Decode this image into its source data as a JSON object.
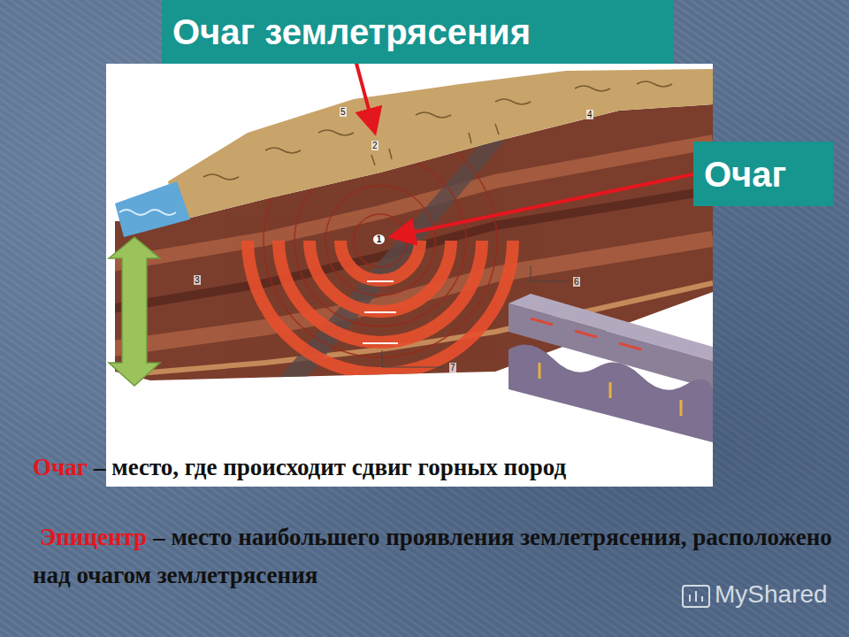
{
  "diagram": {
    "nodes": [
      {
        "text": [
          "Очаг землетрясения"
        ]
      },
      {
        "text": [
          "Очаг"
        ]
      }
    ],
    "labels": [
      "1",
      "2",
      "3",
      "4",
      "5",
      "6",
      "7",
      "Очаг",
      "– место, где происходит сдвиг горных пород",
      "Эпицентр",
      "– место наибольшего проявления землетрясения, расположено над очагом землетрясения",
      "MyShared"
    ]
  }
}
